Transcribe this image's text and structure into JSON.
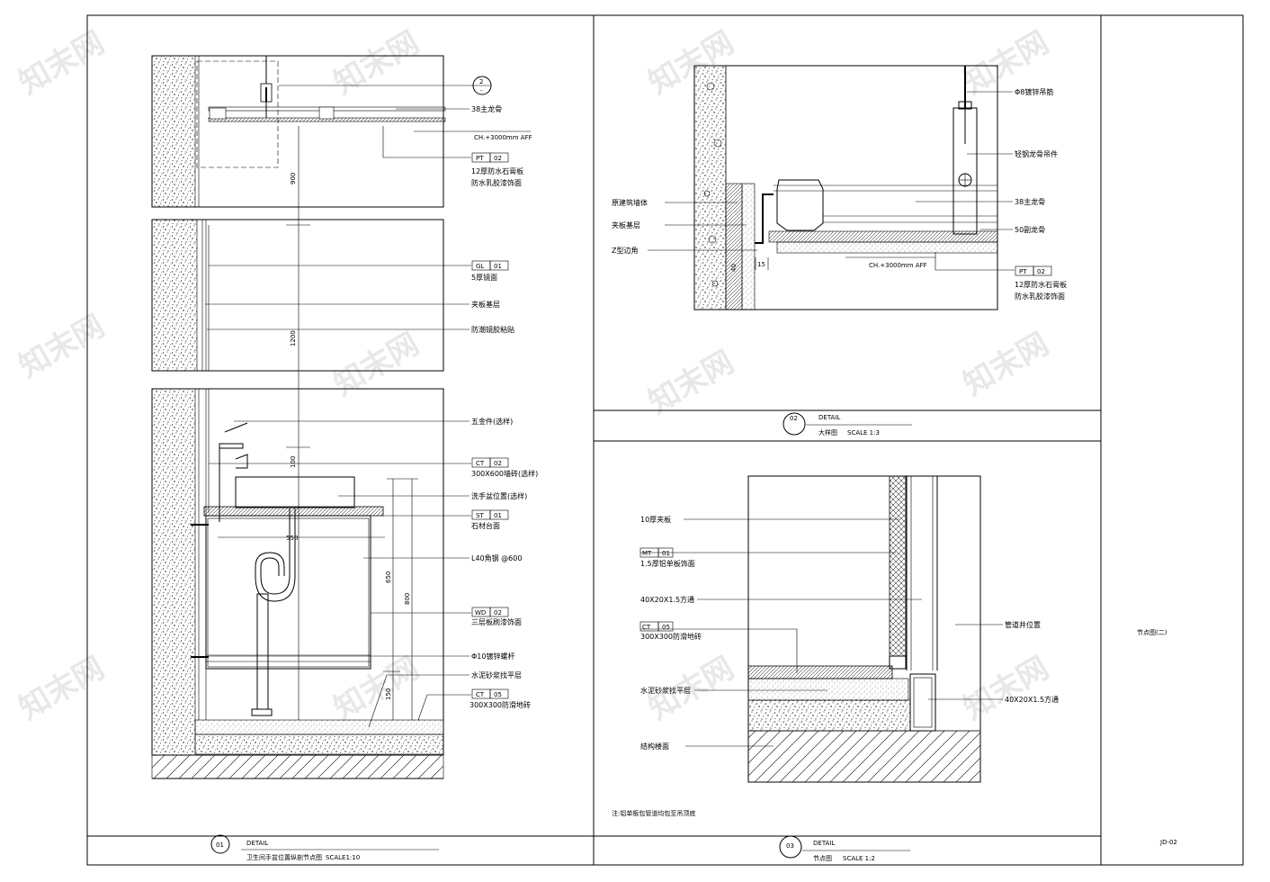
{
  "sheet": {
    "drawing_no": "JD-02",
    "sheet_title": "节点图(二)",
    "watermark": "知末网"
  },
  "detail01": {
    "number": "01",
    "type": "DETAIL",
    "title": "卫生间手盆位置纵剖节点图",
    "scale": "SCALE1:10",
    "section_mark": "2",
    "section_mark_sub": "-",
    "ceiling_labels": [
      "38主龙骨",
      "CH.+3000mm AFF"
    ],
    "tag_ceiling": {
      "code": "PT",
      "num": "02"
    },
    "ceiling_desc": [
      "12厚防水石膏板",
      "防水乳胶漆饰面"
    ],
    "tag_mirror": {
      "code": "GL",
      "num": "01"
    },
    "mirror_labels": [
      "5厚镜面",
      "夹板基层",
      "防潮镜胶粘贴"
    ],
    "labels_sink": [
      "五金件(选样)",
      "300X600墙砖(选样)",
      "洗手盆位置(选样)",
      "石材台面",
      "L40角钢 @600",
      "三层板刷漆饰面",
      "Φ10镀锌螺杆",
      "水泥砂浆找平层",
      "300X300防滑地砖"
    ],
    "tag_wall_tile": {
      "code": "CT",
      "num": "02"
    },
    "tag_stone": {
      "code": "ST",
      "num": "01"
    },
    "tag_wood": {
      "code": "WD",
      "num": "02"
    },
    "tag_floor": {
      "code": "CT",
      "num": "05"
    },
    "dims": [
      "900",
      "1200",
      "100",
      "550",
      "650",
      "800",
      "150"
    ]
  },
  "detail02": {
    "number": "02",
    "type": "DETAIL",
    "title": "大样图",
    "scale": "SCALE 1:3",
    "labels_left": [
      "原建筑墙体",
      "夹板基层",
      "Z型边角"
    ],
    "labels_right": [
      "Φ8镀锌吊筋",
      "轻钢龙骨吊件",
      "38主龙骨",
      "50副龙骨"
    ],
    "ceiling_height": "CH.+3000mm AFF",
    "tag": {
      "code": "PT",
      "num": "02"
    },
    "desc": [
      "12厚防水石膏板",
      "防水乳胶漆饰面"
    ],
    "dims": [
      "15",
      "40"
    ]
  },
  "detail03": {
    "number": "03",
    "type": "DETAIL",
    "title": "节点图",
    "scale": "SCALE 1:2",
    "labels": [
      "10厚夹板",
      "1.5厚铝单板饰面",
      "40X20X1.5方通",
      "300X300防滑地砖",
      "水泥砂浆找平层",
      "结构楼面",
      "管道井位置",
      "40X20X1.5方通"
    ],
    "tag_metal": {
      "code": "MT",
      "num": "01"
    },
    "tag_floor": {
      "code": "CT",
      "num": "05"
    },
    "note": "注:铝单板包管道均包至吊顶底"
  }
}
